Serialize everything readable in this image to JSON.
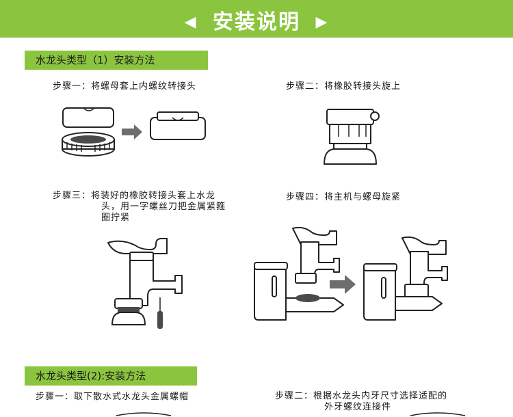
{
  "banner": {
    "title": "安装说明",
    "left_arrow": "◀",
    "right_arrow": "▶",
    "color": "#8bc53f"
  },
  "section1": {
    "heading": "水龙头类型（1）安装方法",
    "steps": [
      {
        "text": "步骤一：将螺母套上内螺纹转接头"
      },
      {
        "text": "步骤二：将橡胶转接头旋上"
      },
      {
        "text_lines": [
          "步骤三：将装好的橡胶转接头套上水龙",
          "头，用一字螺丝刀把金属紧箍",
          "圈拧紧"
        ]
      },
      {
        "text": "步骤四：将主机与螺母旋紧"
      }
    ]
  },
  "section2": {
    "heading": "水龙头类型(2):安装方法",
    "steps": [
      {
        "text": "步骤一：取下散水式水龙头金属螺帽"
      },
      {
        "text_lines": [
          "步骤二：根据水龙头内牙尺寸选择适配的",
          "外牙螺纹连接件"
        ]
      }
    ]
  },
  "icons": [
    "arrow-right-icon"
  ]
}
